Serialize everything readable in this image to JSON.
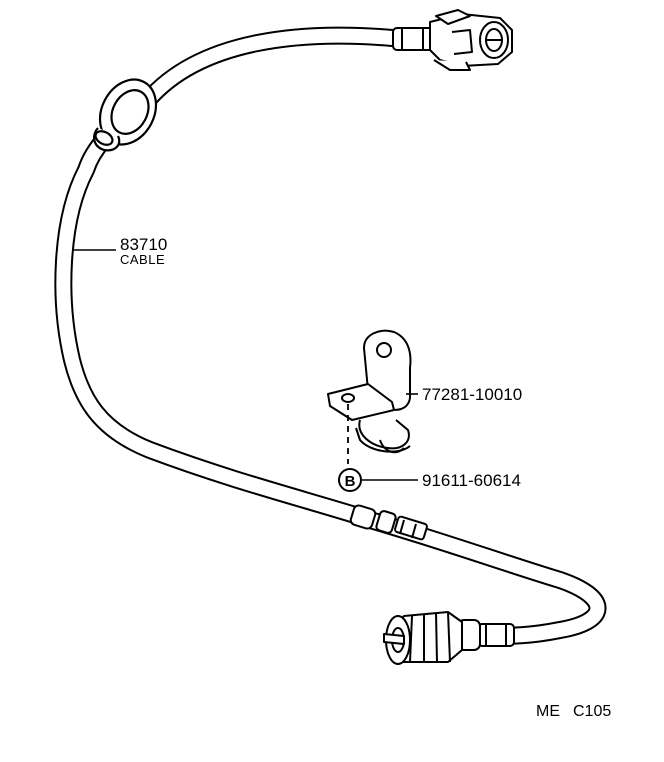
{
  "parts": [
    {
      "part_number": "83710",
      "name": "CABLE"
    },
    {
      "part_number": "77281-10010"
    },
    {
      "part_number": "91611-60614",
      "symbol": "B"
    }
  ],
  "diagram_code": {
    "prefix": "ME",
    "number": "C105"
  },
  "colors": {
    "line": "#000000",
    "background": "#ffffff"
  }
}
